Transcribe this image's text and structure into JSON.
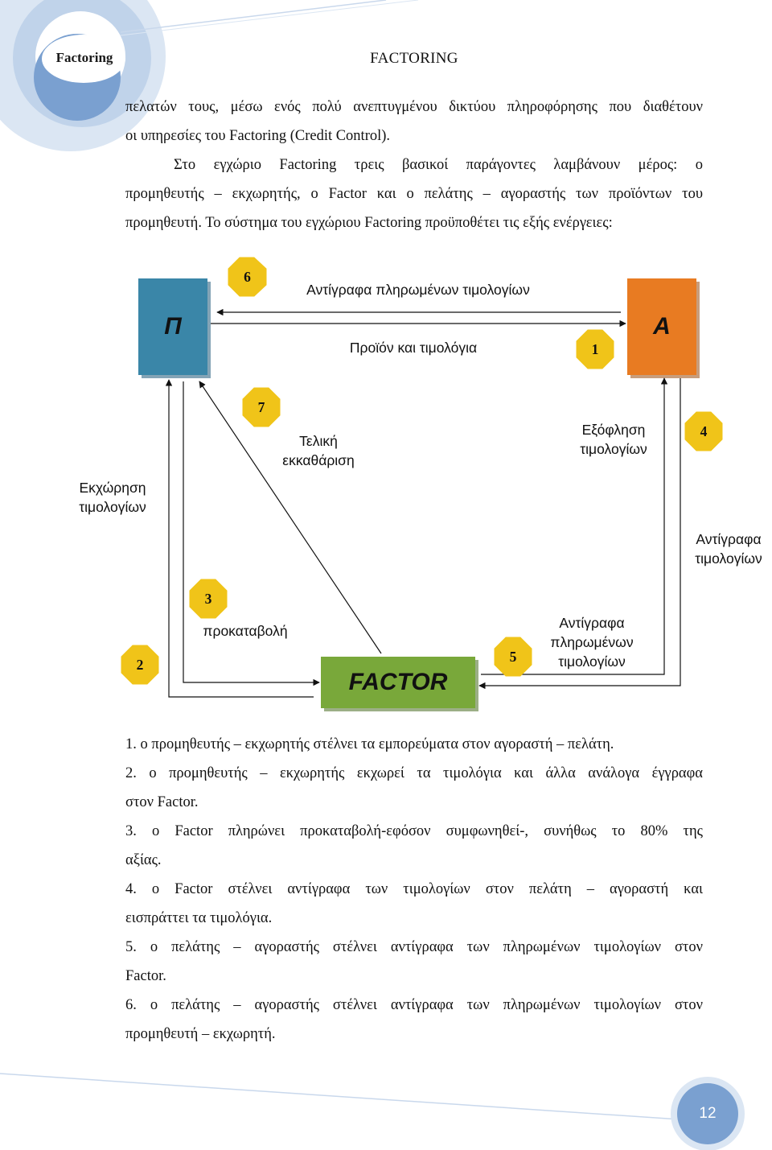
{
  "header": {
    "tag": "Factoring",
    "title": "FACTORING"
  },
  "intro": {
    "p1_line1": "πελατών τους, μέσω ενός πολύ ανεπτυγμένου δικτύου πληροφόρησης που διαθέτουν",
    "p1_line2": "οι υπηρεσίες του Factoring (Credit Control).",
    "p2_line1": "Στο εγχώριο Factoring τρεις βασικοί παράγοντες λαμβάνουν μέρος: ο",
    "p2_line2": "προμηθευτής – εκχωρητής, ο Factor και ο πελάτης – αγοραστής των προϊόντων του",
    "p2_line3": "προμηθευτή. Το σύστημα του εγχώριου Factoring προϋποθέτει τις εξής ενέργειες:"
  },
  "diagram": {
    "entities": {
      "supplier": "Π",
      "buyer": "Α",
      "factor": "FACTOR"
    },
    "badges": {
      "b1": "1",
      "b2": "2",
      "b3": "3",
      "b4": "4",
      "b5": "5",
      "b6": "6",
      "b7": "7"
    },
    "labels": {
      "copies_paid_top": "Αντίγραφα πληρωμένων τιμολογίων",
      "product_invoices": "Προϊόν και τιμολόγια",
      "final_settlement_1": "Τελική",
      "final_settlement_2": "εκκαθάριση",
      "invoice_payment_1": "Εξόφληση",
      "invoice_payment_2": "τιμολογίων",
      "assignment_1": "Εκχώρηση",
      "assignment_2": "τιμολογίων",
      "copies_invoices_1": "Αντίγραφα",
      "copies_invoices_2": "τιμολογίων",
      "advance": "προκαταβολή",
      "copies_paid_1": "Αντίγραφα",
      "copies_paid_2": "πληρωμένων",
      "copies_paid_3": "τιμολογίων"
    },
    "colors": {
      "supplier": "#3a86a8",
      "buyer": "#e87b22",
      "factor": "#79a83a",
      "badge": "#f0c419"
    }
  },
  "steps": [
    {
      "line1": "1. ο προμηθευτής – εκχωρητής στέλνει τα εμπορεύματα στον αγοραστή – πελάτη."
    },
    {
      "line1": "2. ο προμηθευτής – εκχωρητής εκχωρεί τα τιμολόγια και άλλα ανάλογα έγγραφα",
      "line2": "στον Factor."
    },
    {
      "line1": "3. ο Factor πληρώνει προκαταβολή-εφόσον συμφωνηθεί-, συνήθως το 80% της",
      "line2": "αξίας."
    },
    {
      "line1": "4. ο Factor στέλνει αντίγραφα των τιμολογίων στον πελάτη – αγοραστή και",
      "line2": "εισπράττει τα τιμολόγια."
    },
    {
      "line1": "5. ο πελάτης – αγοραστής στέλνει αντίγραφα των πληρωμένων τιμολογίων στον",
      "line2": "Factor."
    },
    {
      "line1": "6. ο πελάτης – αγοραστής στέλνει αντίγραφα των πληρωμένων τιμολογίων στον",
      "line2": "προμηθευτή – εκχωρητή."
    }
  ],
  "footer": {
    "page_number": "12"
  }
}
